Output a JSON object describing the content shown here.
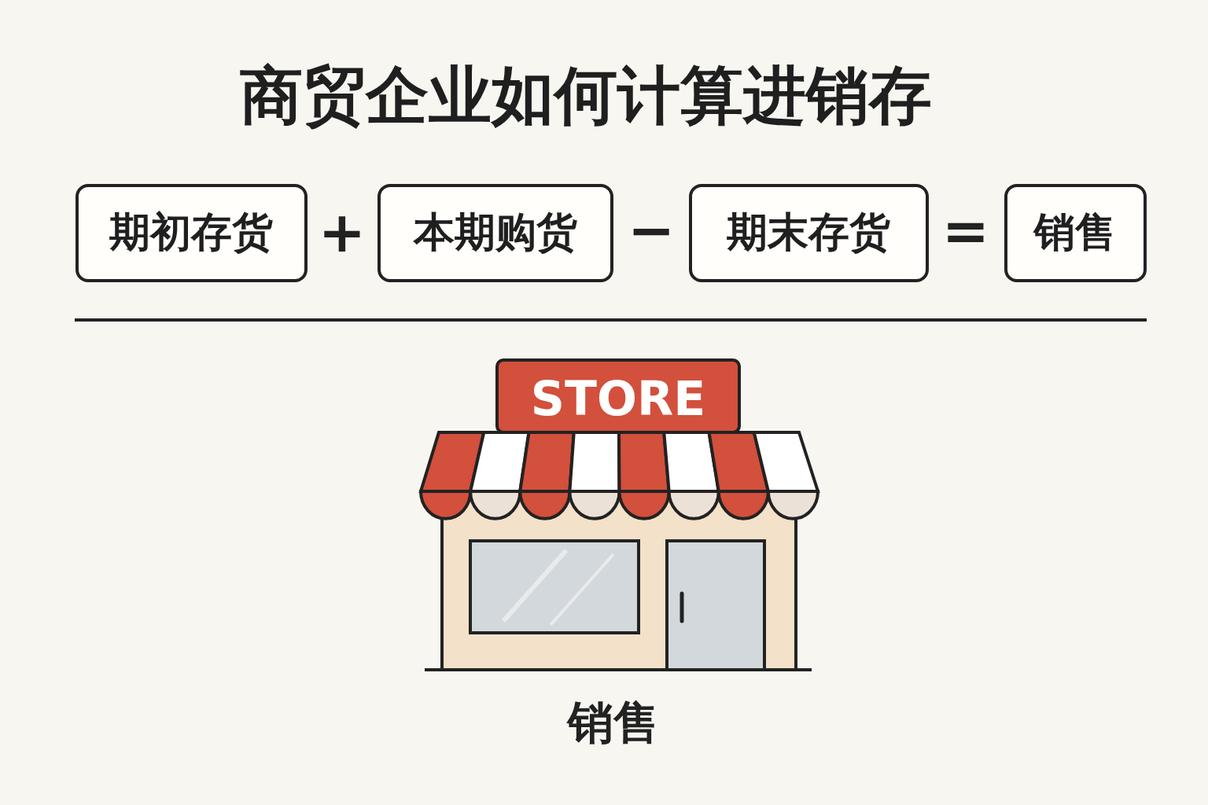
{
  "diagram": {
    "title": "商贸企业如何计算进销存",
    "nodes": [
      {
        "text": [
          "期初存货"
        ]
      },
      {
        "text": [
          "本期购货"
        ]
      },
      {
        "text": [
          "期末存货"
        ]
      },
      {
        "text": [
          "销售"
        ]
      }
    ],
    "labels": [
      "+",
      "−",
      "=",
      "STORE",
      "销售"
    ]
  }
}
